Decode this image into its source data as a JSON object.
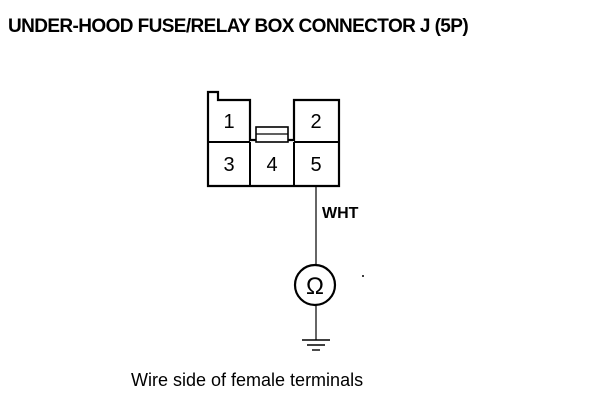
{
  "title": "UNDER-HOOD FUSE/RELAY BOX CONNECTOR J (5P)",
  "connector": {
    "terminals": [
      "1",
      "2",
      "3",
      "4",
      "5"
    ]
  },
  "wire": {
    "color": "WHT"
  },
  "meter": {
    "symbol": "Ω",
    "icon": "ohmmeter-icon"
  },
  "ground": {
    "icon": "ground-icon"
  },
  "caption": "Wire side of female terminals"
}
